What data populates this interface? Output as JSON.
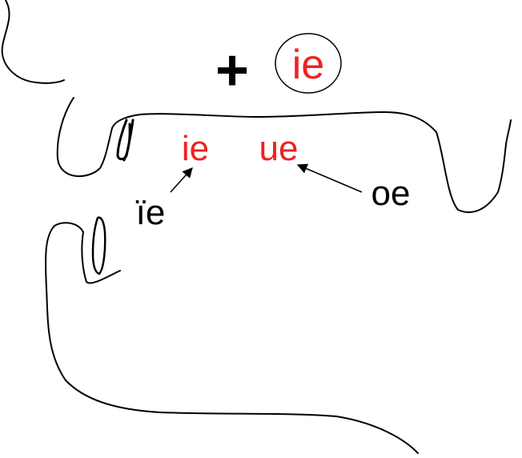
{
  "colors": {
    "accent": "#ee2222",
    "ink": "#000000"
  },
  "symbols": {
    "plus": "+",
    "circled": "ie"
  },
  "labels": {
    "ie_red": "ie",
    "ue_red": "ue",
    "ie_diaeresis": "ïe",
    "oe": "oe"
  }
}
